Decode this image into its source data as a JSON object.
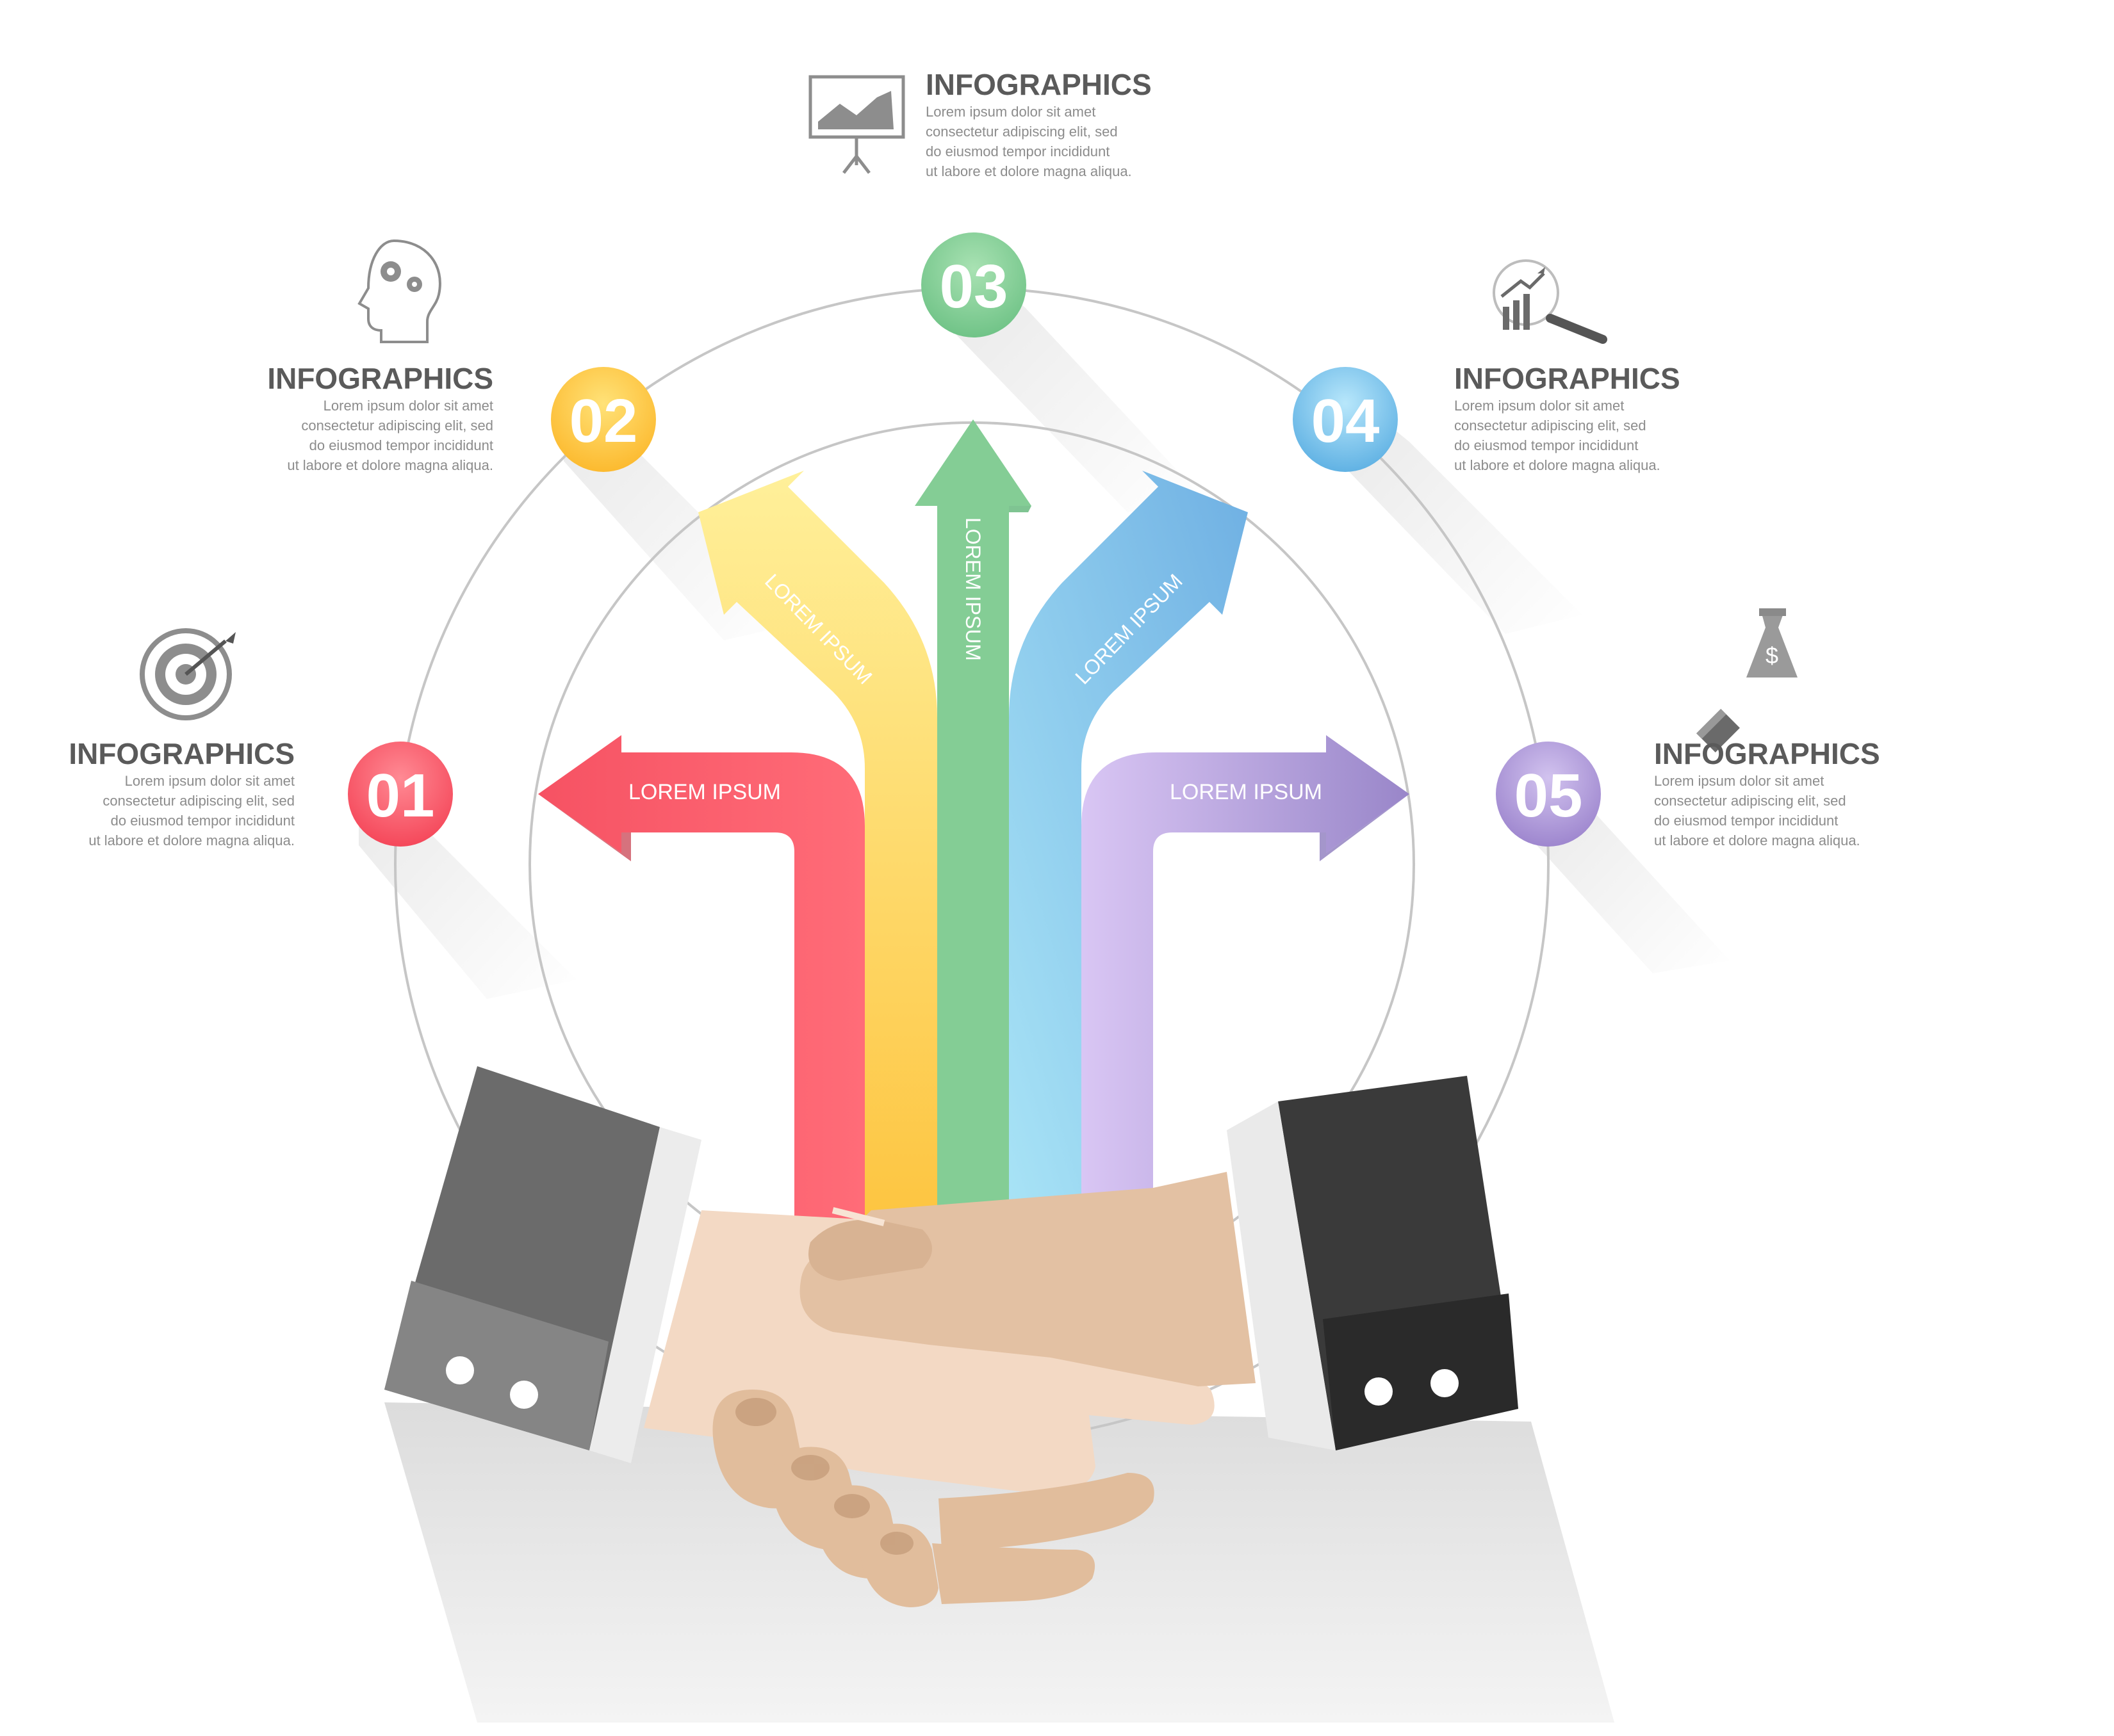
{
  "colors": {
    "red": "#f65263",
    "yellow": "#fdc43f",
    "green": "#84cd95",
    "blue": "#8ecdee",
    "purple": "#b7a3de",
    "text_dark": "#5a5a5a",
    "text_light": "#8c8c8c",
    "ring": "#c6c6c6",
    "sleeve_left": "#6a6a6a",
    "sleeve_right": "#3a3a3a",
    "skin": "#edd0b7"
  },
  "steps": [
    {
      "number": "01",
      "color": "red",
      "heading": "INFOGRAPHICS",
      "lines": [
        "Lorem ipsum dolor sit amet",
        "consectetur adipiscing elit, sed",
        "do eiusmod tempor incididunt",
        "ut labore et dolore magna aliqua."
      ],
      "icon": "target-icon",
      "arrow_label": "LOREM IPSUM"
    },
    {
      "number": "02",
      "color": "yellow",
      "heading": "INFOGRAPHICS",
      "lines": [
        "Lorem ipsum dolor sit amet",
        "consectetur adipiscing elit, sed",
        "do eiusmod tempor incididunt",
        "ut labore et dolore magna aliqua."
      ],
      "icon": "head-gears-icon",
      "arrow_label": "LOREM IPSUM"
    },
    {
      "number": "03",
      "color": "green",
      "heading": "INFOGRAPHICS",
      "lines": [
        "Lorem ipsum dolor sit amet",
        "consectetur adipiscing elit, sed",
        "do eiusmod tempor incididunt",
        "ut labore et dolore magna aliqua."
      ],
      "icon": "presentation-board-icon",
      "arrow_label": "LOREM IPSUM"
    },
    {
      "number": "04",
      "color": "blue",
      "heading": "INFOGRAPHICS",
      "lines": [
        "Lorem ipsum dolor sit amet",
        "consectetur adipiscing elit, sed",
        "do eiusmod tempor incididunt",
        "ut labore et dolore magna aliqua."
      ],
      "icon": "magnifier-chart-icon",
      "arrow_label": "LOREM IPSUM"
    },
    {
      "number": "05",
      "color": "purple",
      "heading": "INFOGRAPHICS",
      "lines": [
        "Lorem ipsum dolor sit amet",
        "consectetur adipiscing elit, sed",
        "do eiusmod tempor incididunt",
        "ut labore et dolore magna aliqua."
      ],
      "icon": "money-bag-icon",
      "arrow_label": "LOREM IPSUM"
    }
  ],
  "currency_symbol": "$"
}
